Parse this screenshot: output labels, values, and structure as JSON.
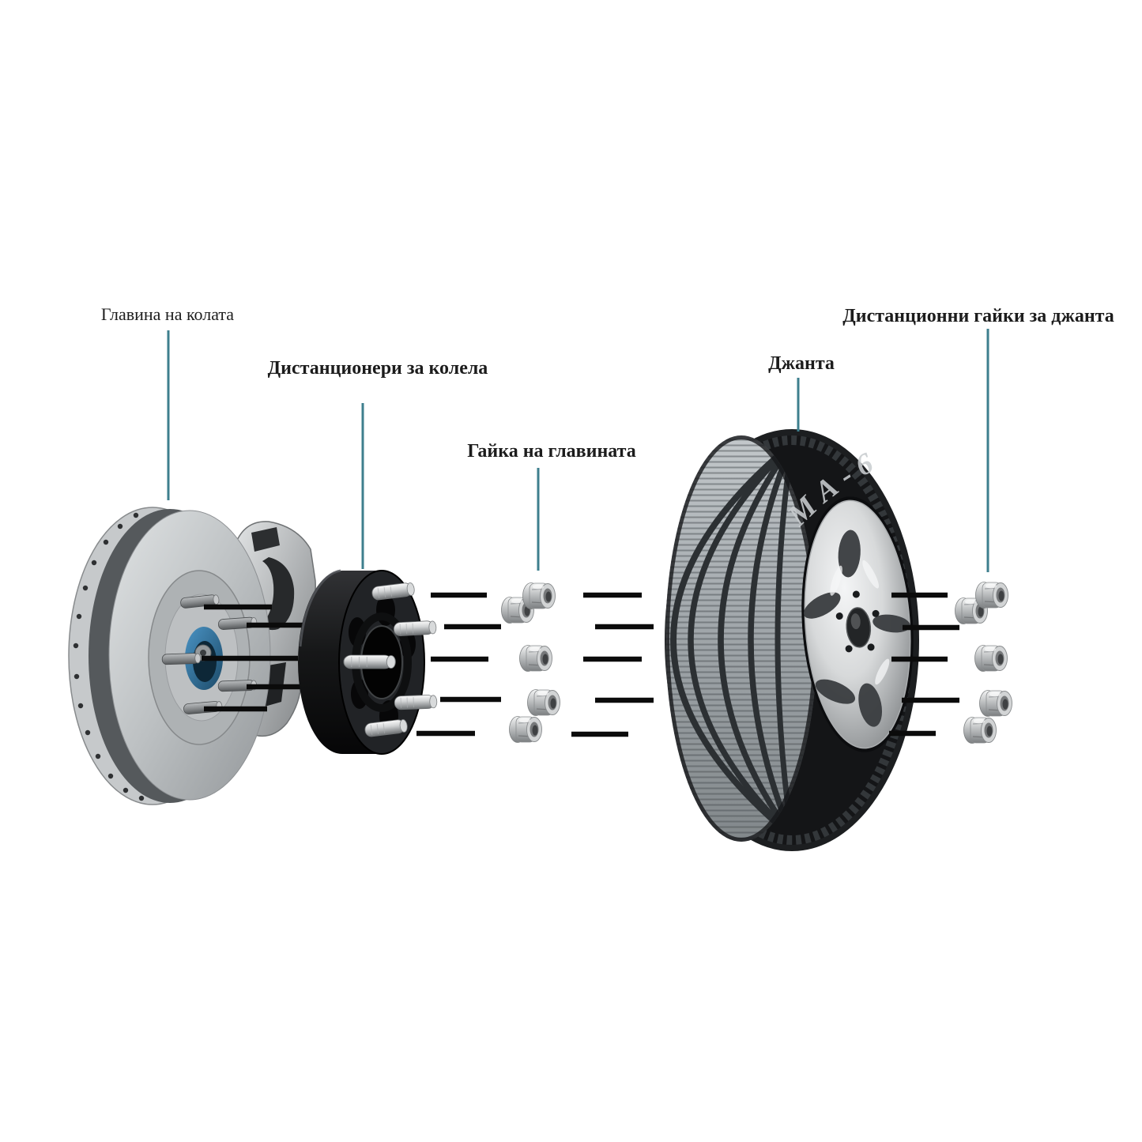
{
  "labels": {
    "hub": "Главина на колата",
    "spacers": "Дистанционери за колела",
    "hub_nut": "Гайка на главината",
    "rim": "Джанта",
    "spacer_nuts": "Дистанционни гайки за джанта"
  },
  "tire": {
    "marking": "MA-6"
  },
  "colors": {
    "background": "#ffffff",
    "leader": "#3e7f8e",
    "connector": "#0b0b0b",
    "label_text": "#1c1c1c",
    "spacer_body": "#17181a",
    "hub_blue": "#2f6f9b"
  }
}
